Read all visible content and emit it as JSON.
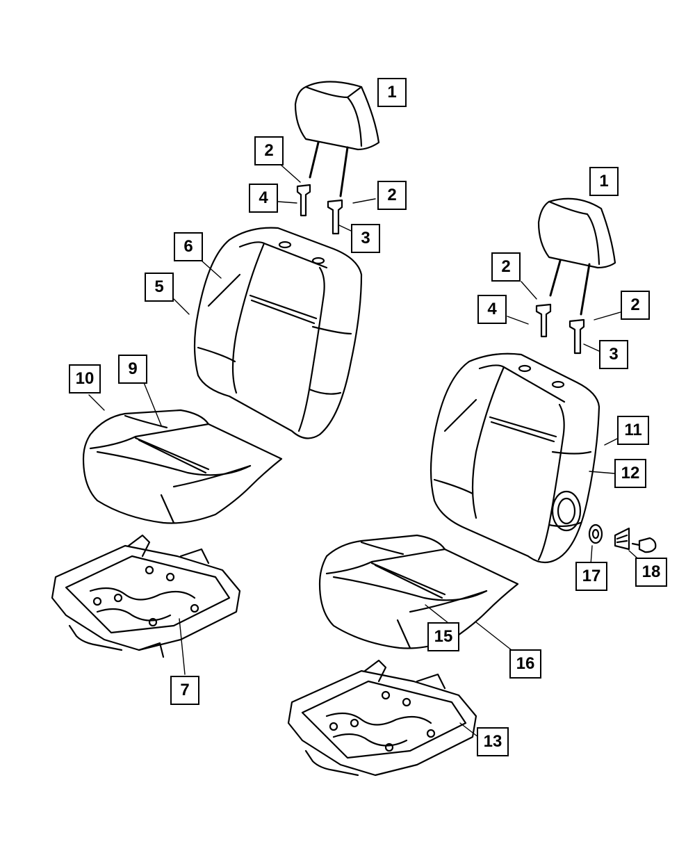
{
  "callouts": {
    "c1a": "1",
    "c2a": "2",
    "c2b": "2",
    "c4a": "4",
    "c3a": "3",
    "c6": "6",
    "c5": "5",
    "c10": "10",
    "c9": "9",
    "c7": "7",
    "c1b": "1",
    "c2c": "2",
    "c2d": "2",
    "c4b": "4",
    "c3b": "3",
    "c11": "11",
    "c12": "12",
    "c17": "17",
    "c18": "18",
    "c15": "15",
    "c16": "16",
    "c13": "13"
  }
}
